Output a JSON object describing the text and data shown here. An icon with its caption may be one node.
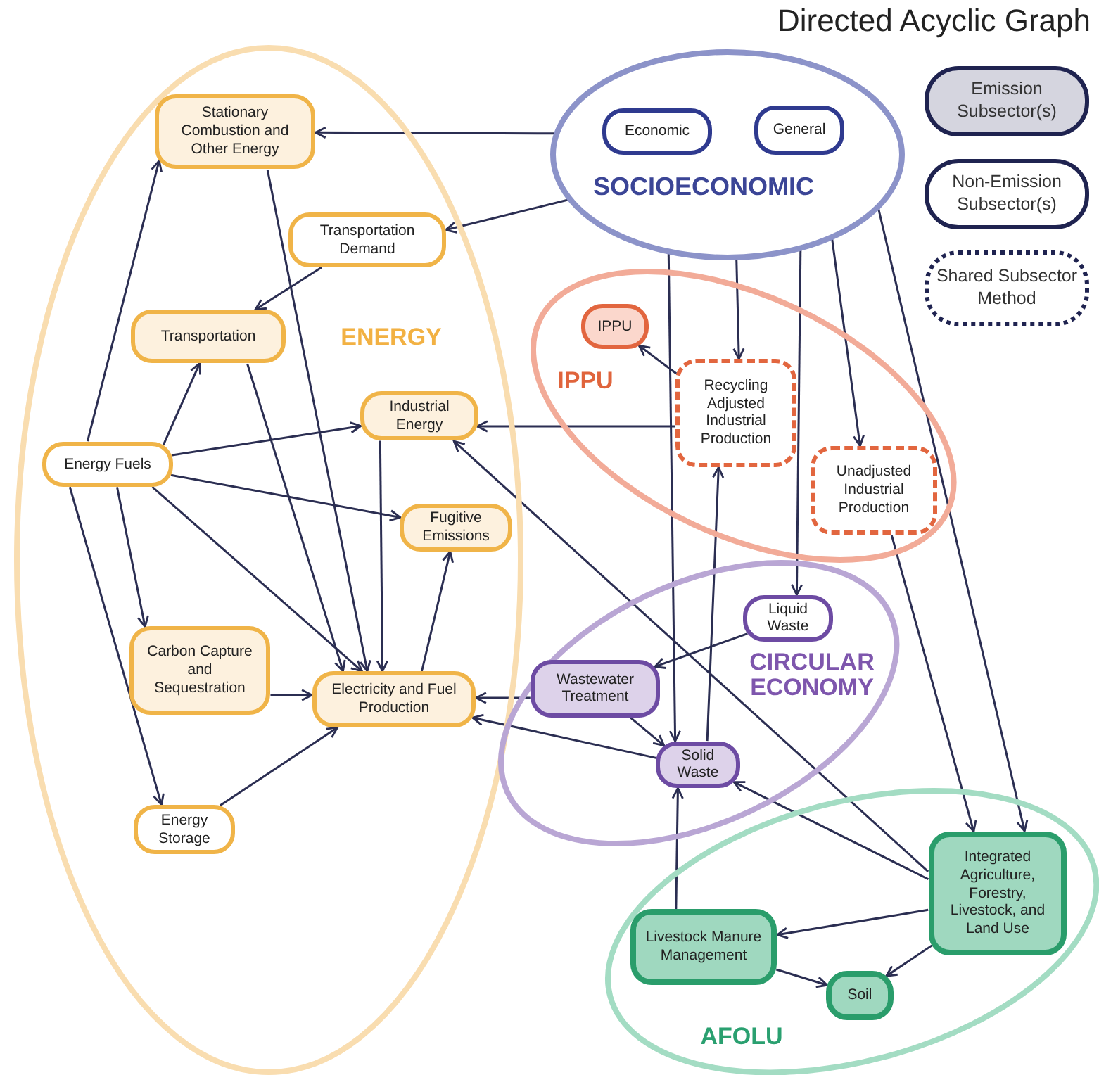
{
  "diagram": {
    "title": "Directed Acyclic Graph",
    "nodes": [
      {
        "text": [
          "ENERGY"
        ]
      },
      {
        "text": [
          "Stationary Combustion and Other Energy"
        ],
        "in": 0
      },
      {
        "text": [
          "Transportation Demand"
        ],
        "in": 0
      },
      {
        "text": [
          "Transportation"
        ],
        "in": 0
      },
      {
        "text": [
          "Industrial Energy"
        ],
        "in": 0
      },
      {
        "text": [
          "Energy Fuels"
        ],
        "in": 0
      },
      {
        "text": [
          "Fugitive Emissions"
        ],
        "in": 0
      },
      {
        "text": [
          "Carbon Capture and Sequestration"
        ],
        "in": 0
      },
      {
        "text": [
          "Electricity and Fuel Production"
        ],
        "in": 0
      },
      {
        "text": [
          "Energy Storage"
        ],
        "in": 0
      },
      {
        "text": [
          "SOCIOECONOMIC"
        ]
      },
      {
        "text": [
          "Economic"
        ],
        "in": 10
      },
      {
        "text": [
          "General"
        ],
        "in": 10
      },
      {
        "text": [
          "IPPU"
        ]
      },
      {
        "text": [
          "IPPU"
        ],
        "in": 13
      },
      {
        "text": [
          "Recycling Adjusted Industrial Production"
        ],
        "in": 13
      },
      {
        "text": [
          "Unadjusted Industrial Production"
        ],
        "in": 13
      },
      {
        "text": [
          "CIRCULAR ECONOMY"
        ]
      },
      {
        "text": [
          "Liquid Waste"
        ],
        "in": 17
      },
      {
        "text": [
          "Wastewater Treatment"
        ],
        "in": 17
      },
      {
        "text": [
          "Solid Waste"
        ],
        "in": 17
      },
      {
        "text": [
          "AFOLU"
        ]
      },
      {
        "text": [
          "Integrated Agriculture, Forestry, Livestock, and Land Use"
        ],
        "in": 21
      },
      {
        "text": [
          "Livestock Manure Management"
        ],
        "in": 21
      },
      {
        "text": [
          "Soil"
        ],
        "in": 21
      }
    ],
    "edges": [
      {
        "from": 10,
        "to": 1,
        "arrow": "to"
      },
      {
        "from": 10,
        "to": 2,
        "arrow": "to"
      },
      {
        "from": 10,
        "to": 20,
        "arrow": "to"
      },
      {
        "from": 10,
        "to": 15,
        "arrow": "to"
      },
      {
        "from": 10,
        "to": 18,
        "arrow": "to"
      },
      {
        "from": 10,
        "to": 16,
        "arrow": "to"
      },
      {
        "from": 10,
        "to": 22,
        "arrow": "to"
      },
      {
        "from": 15,
        "to": 14,
        "arrow": "to"
      },
      {
        "from": 15,
        "to": 4,
        "arrow": "to"
      },
      {
        "from": 16,
        "to": 22,
        "arrow": "to"
      },
      {
        "from": 20,
        "to": 15,
        "arrow": "to"
      },
      {
        "from": 22,
        "to": 4,
        "arrow": "to"
      },
      {
        "from": 22,
        "to": 20,
        "arrow": "to"
      },
      {
        "from": 22,
        "to": 23,
        "arrow": "to"
      },
      {
        "from": 22,
        "to": 24,
        "arrow": "to"
      },
      {
        "from": 23,
        "to": 24,
        "arrow": "to"
      },
      {
        "from": 23,
        "to": 20,
        "arrow": "to"
      },
      {
        "from": 18,
        "to": 19,
        "arrow": "to"
      },
      {
        "from": 19,
        "to": 20,
        "arrow": "to"
      },
      {
        "from": 19,
        "to": 8,
        "arrow": "to"
      },
      {
        "from": 20,
        "to": 8,
        "arrow": "to"
      },
      {
        "from": 5,
        "to": 1,
        "arrow": "to"
      },
      {
        "from": 5,
        "to": 3,
        "arrow": "to"
      },
      {
        "from": 5,
        "to": 4,
        "arrow": "to"
      },
      {
        "from": 5,
        "to": 6,
        "arrow": "to"
      },
      {
        "from": 5,
        "to": 7,
        "arrow": "to"
      },
      {
        "from": 5,
        "to": 8,
        "arrow": "to"
      },
      {
        "from": 5,
        "to": 9,
        "arrow": "to"
      },
      {
        "from": 2,
        "to": 3,
        "arrow": "to"
      },
      {
        "from": 1,
        "to": 8,
        "arrow": "to"
      },
      {
        "from": 3,
        "to": 8,
        "arrow": "to"
      },
      {
        "from": 4,
        "to": 8,
        "arrow": "to"
      },
      {
        "from": 8,
        "to": 6,
        "arrow": "to"
      },
      {
        "from": 7,
        "to": 8,
        "arrow": "to"
      },
      {
        "from": 9,
        "to": 8,
        "arrow": "to"
      }
    ],
    "legend": [
      {
        "text": "Emission Subsector(s)",
        "color": "#d5d5df"
      },
      {
        "text": "Non-Emission Subsector(s)"
      },
      {
        "text": "Shared Subsector Method"
      }
    ]
  }
}
